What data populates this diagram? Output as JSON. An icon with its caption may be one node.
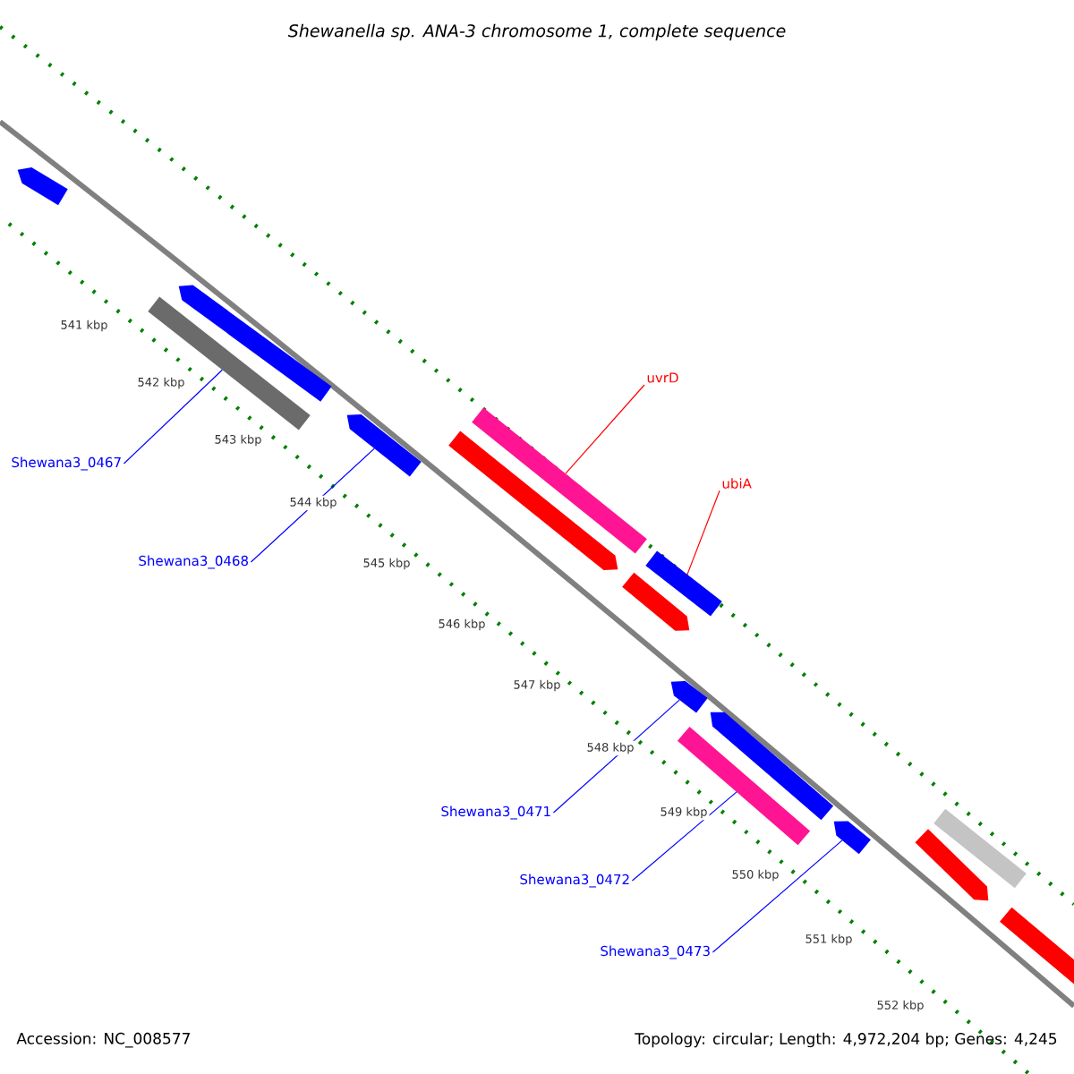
{
  "diagram": {
    "title": "Shewanella sp. ANA-3 chromosome 1, complete sequence",
    "nodes": [
      {
        "text": [],
        "shape": "bar"
      },
      {
        "text": [],
        "shape": "bar"
      },
      {
        "text": [],
        "shape": "bar"
      },
      {
        "text": [],
        "shape": "bar"
      },
      {
        "text": [],
        "shape": "bar"
      },
      {
        "text": [],
        "shape": "bar"
      },
      {
        "text": [],
        "shape": "bar"
      },
      {
        "text": [],
        "shape": "bar"
      },
      {
        "text": [],
        "shape": "bar"
      },
      {
        "text": [],
        "shape": "bar"
      },
      {
        "text": [],
        "shape": "bar"
      },
      {
        "text": [],
        "shape": "bar"
      },
      {
        "text": [],
        "shape": "bar"
      },
      {
        "text": [],
        "shape": "bar"
      },
      {
        "text": [],
        "shape": "bar"
      },
      {
        "text": [
          "uvrD"
        ]
      },
      {
        "text": [
          "ubiA"
        ]
      },
      {
        "text": [
          "Shewana3_0467"
        ]
      },
      {
        "text": [
          "Shewana3_0468"
        ]
      },
      {
        "text": [
          "Shewana3_0471"
        ]
      },
      {
        "text": [
          "Shewana3_0472"
        ]
      },
      {
        "text": [
          "Shewana3_0473"
        ]
      }
    ],
    "edges": [
      {
        "from": 15,
        "to": 4,
        "arrow": "none",
        "color": "#ff0000"
      },
      {
        "from": 16,
        "to": 6,
        "arrow": "none",
        "color": "#ff0000"
      },
      {
        "from": 17,
        "to": 2,
        "arrow": "none"
      },
      {
        "from": 18,
        "to": 3,
        "arrow": "none"
      },
      {
        "from": 19,
        "to": 8,
        "arrow": "none"
      },
      {
        "from": 20,
        "to": 10,
        "arrow": "none"
      },
      {
        "from": 21,
        "to": 11,
        "arrow": "none"
      }
    ],
    "labels": [
      "541 kbp",
      "542 kbp",
      "543 kbp",
      "544 kbp",
      "545 kbp",
      "546 kbp",
      "547 kbp",
      "548 kbp",
      "549 kbp",
      "550 kbp",
      "551 kbp",
      "552 kbp",
      "Accession: NC_008577",
      "Topology: circular; Length: 4,972,204 bp; Genes: 4,245"
    ]
  }
}
